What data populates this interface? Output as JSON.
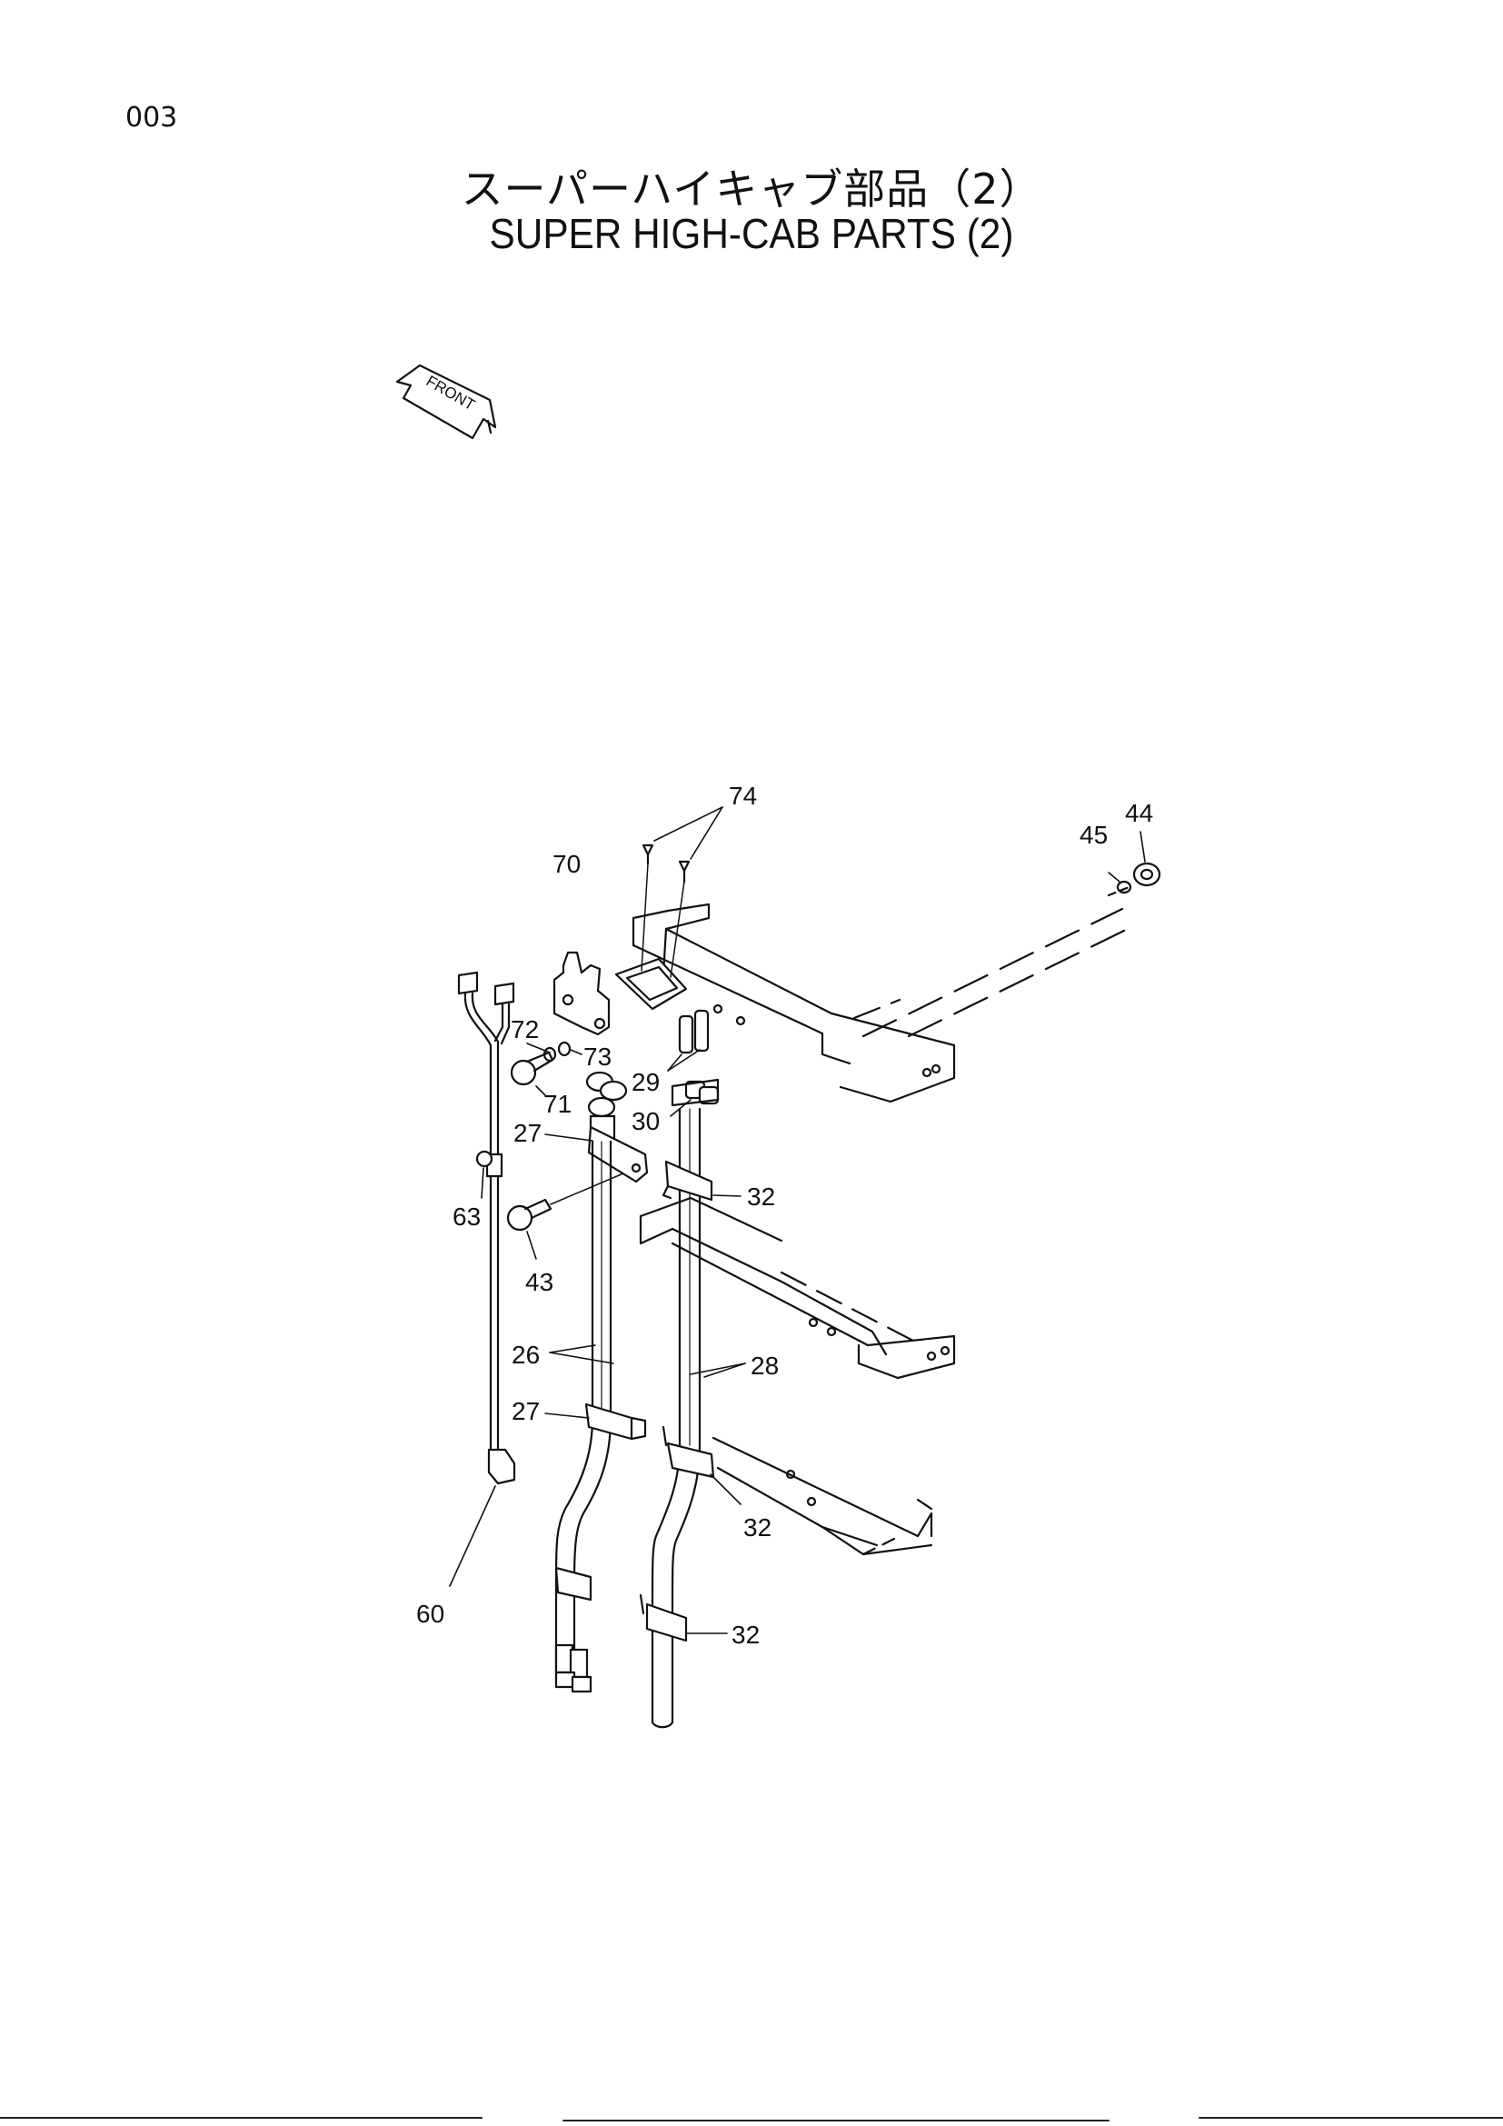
{
  "page_number": "003",
  "title_jp": "スーパーハイキャブ部品（2）",
  "title_en": "SUPER HIGH-CAB PARTS (2)",
  "front_marker": "FRONT",
  "callouts": {
    "c74": "74",
    "c70": "70",
    "c45": "45",
    "c44": "44",
    "c72": "72",
    "c73": "73",
    "c29": "29",
    "c71": "71",
    "c30": "30",
    "c27a": "27",
    "c63": "63",
    "c32a": "32",
    "c43": "43",
    "c26": "26",
    "c28": "28",
    "c27b": "27",
    "c32b": "32",
    "c60": "60",
    "c32c": "32"
  }
}
